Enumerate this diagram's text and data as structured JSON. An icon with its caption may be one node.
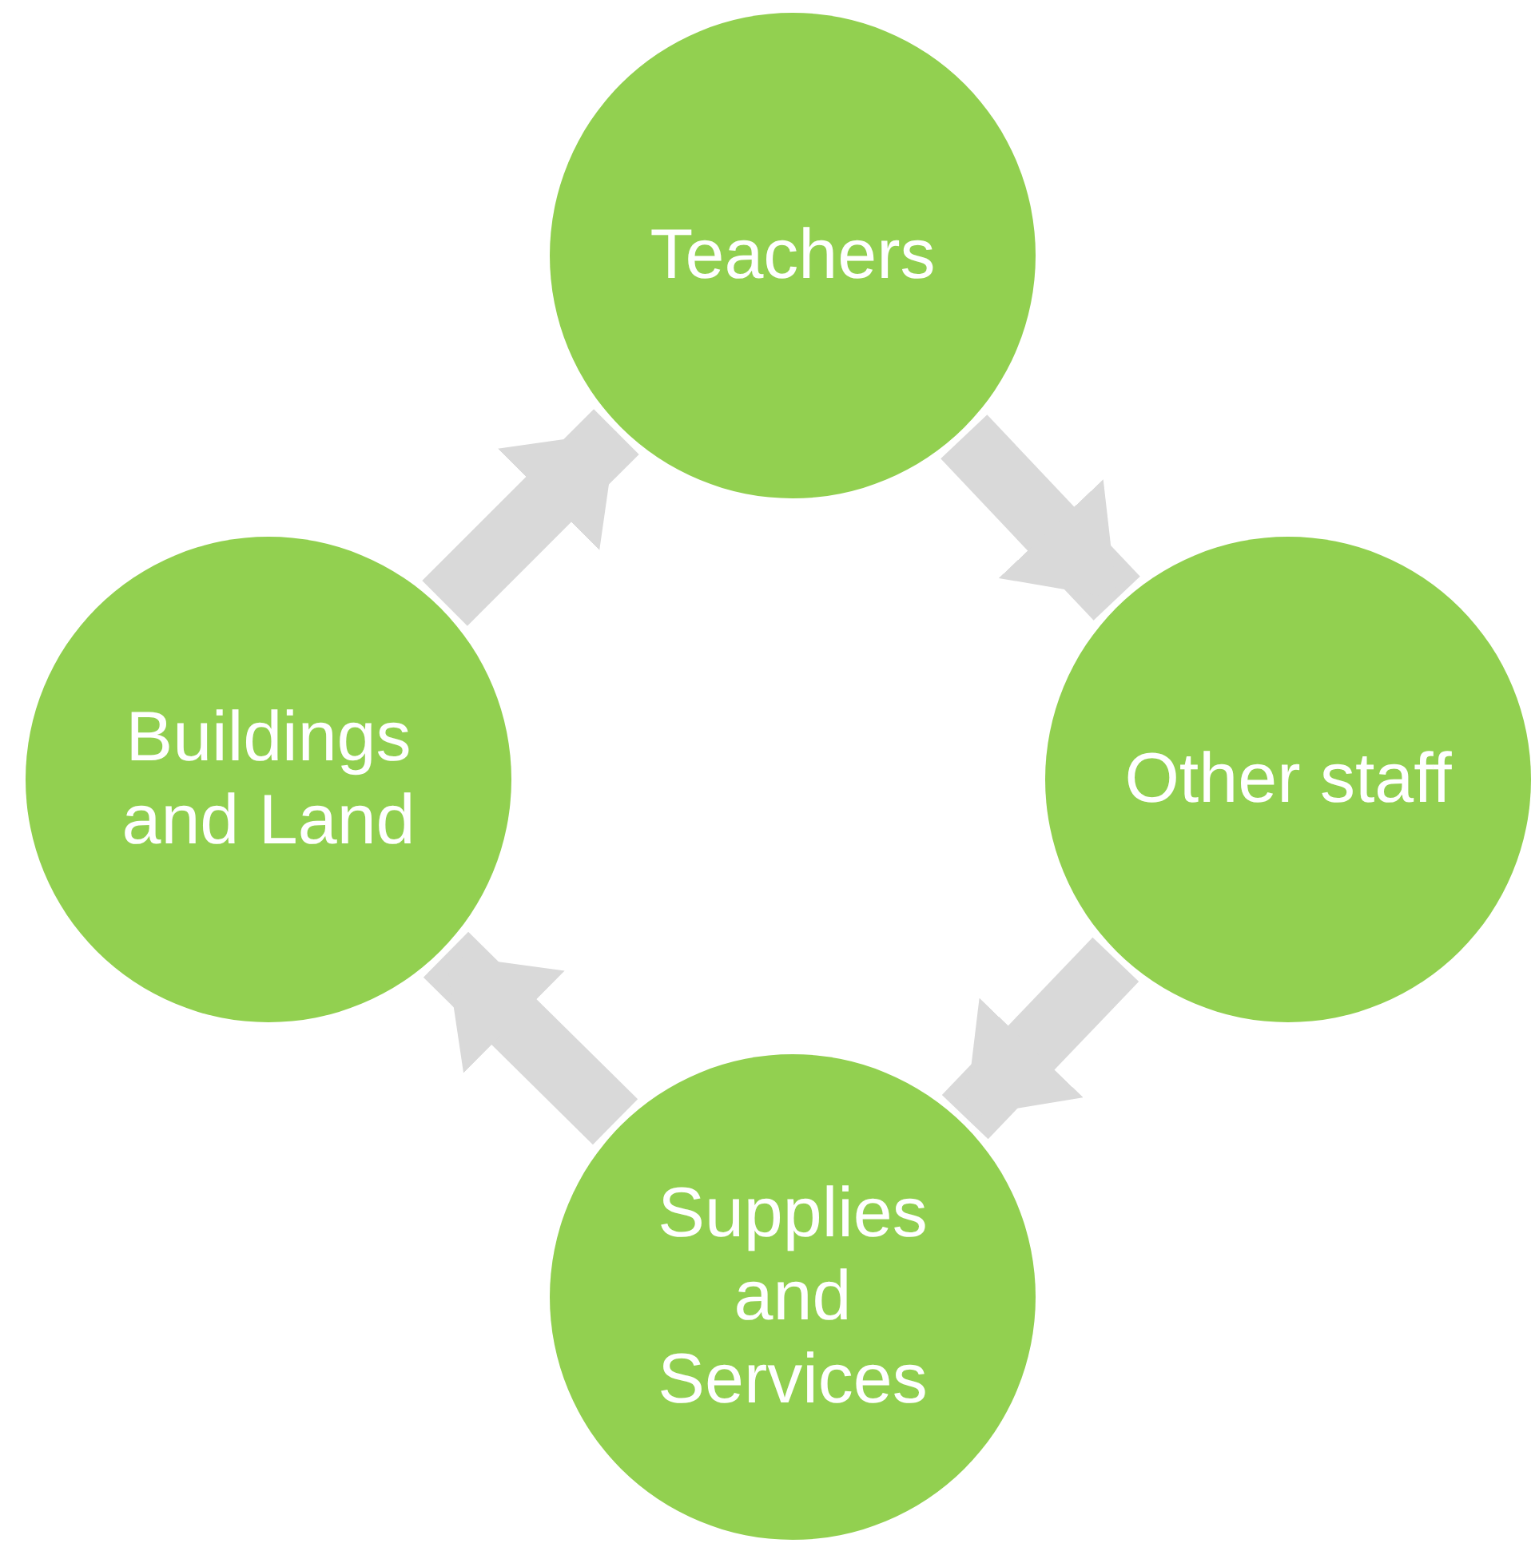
{
  "diagram": {
    "nodes": [
      {
        "text": [
          "Teachers"
        ]
      },
      {
        "text": [
          "Other staff"
        ]
      },
      {
        "text": [
          "Supplies and Services"
        ]
      },
      {
        "text": [
          "Buildings and Land"
        ]
      }
    ],
    "edges": [
      {
        "from": 0,
        "to": 1,
        "arrow": "to"
      },
      {
        "from": 1,
        "to": 2,
        "arrow": "to"
      },
      {
        "from": 2,
        "to": 3,
        "arrow": "to"
      },
      {
        "from": 3,
        "to": 0,
        "arrow": "to"
      }
    ]
  }
}
